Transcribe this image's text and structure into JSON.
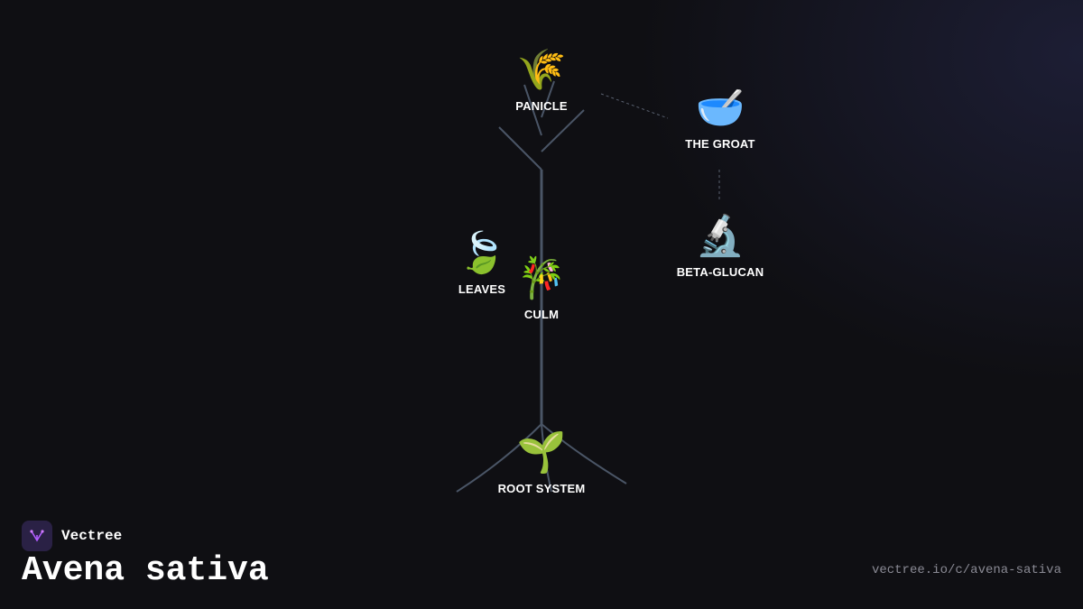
{
  "diagram": {
    "nodes": [
      {
        "id": "panicle",
        "label": "PANICLE",
        "emoji": "🌾",
        "icon": "wheat-icon"
      },
      {
        "id": "groat",
        "label": "THE GROAT",
        "emoji": "🥣",
        "icon": "bowl-icon"
      },
      {
        "id": "beta-glucan",
        "label": "BETA-GLUCAN",
        "emoji": "🔬",
        "icon": "microscope-icon"
      },
      {
        "id": "leaves",
        "label": "LEAVES",
        "emoji": "🍃",
        "icon": "leaf-icon"
      },
      {
        "id": "culm",
        "label": "CULM",
        "emoji": "🎋",
        "icon": "bamboo-icon"
      },
      {
        "id": "root-system",
        "label": "ROOT SYSTEM",
        "emoji": "🌱",
        "icon": "seedling-icon"
      }
    ],
    "colors": {
      "stem": "#4a5566",
      "connector": "#5a6170",
      "label": "#ffffff",
      "background": "#0f0f13"
    }
  },
  "footer": {
    "brand": "Vectree",
    "title": "Avena sativa",
    "url": "vectree.io/c/avena-sativa",
    "brand_color": "#2a2145",
    "url_color": "#8a8a94"
  }
}
